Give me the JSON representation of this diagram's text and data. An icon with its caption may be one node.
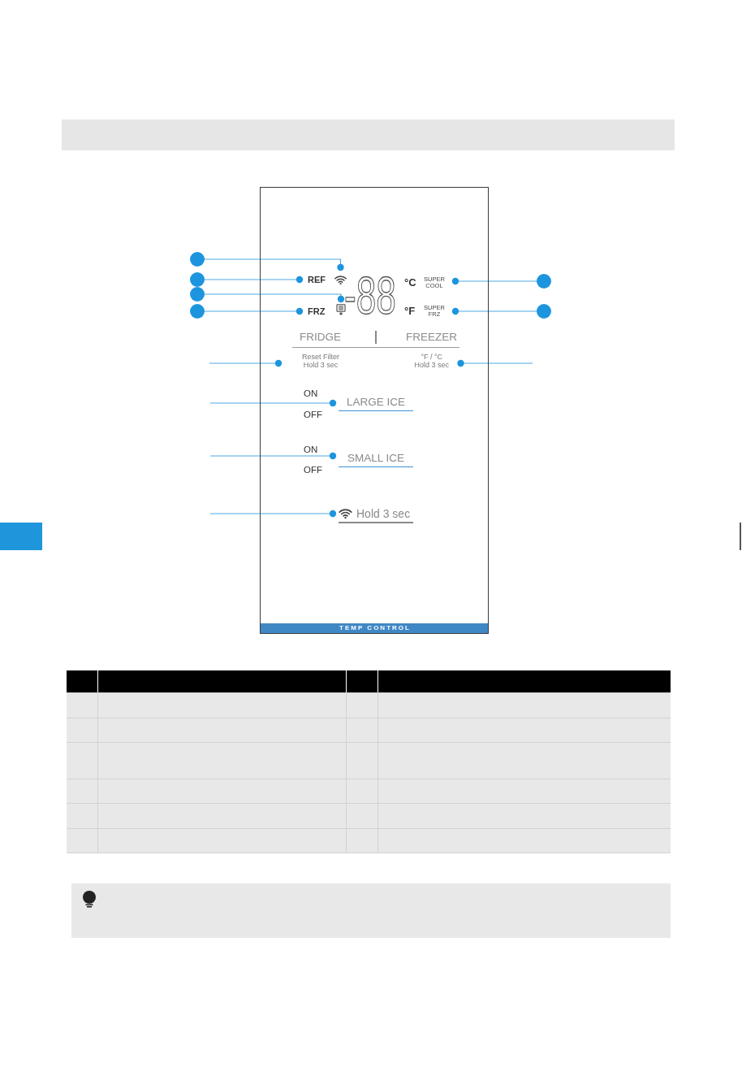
{
  "diagram": {
    "nodes": [
      {
        "text": [],
        "shape": "bar"
      },
      {
        "text": [],
        "shape": "box"
      },
      {
        "text": [],
        "shape": "picture",
        "in": 1
      },
      {
        "text": [
          "REF"
        ],
        "in": 1
      },
      {
        "text": [
          "SUPER COOL"
        ],
        "in": 1
      },
      {
        "text": [],
        "shape": "picture",
        "in": 1
      },
      {
        "text": [
          "FRZ"
        ],
        "in": 1
      },
      {
        "text": [
          "SUPER FRZ"
        ],
        "in": 1
      },
      {
        "text": [
          "Reset Filter Hold 3 sec"
        ],
        "in": 1
      },
      {
        "text": [
          "°F / °C Hold 3 sec"
        ],
        "in": 1
      },
      {
        "text": [
          "LARGE ICE"
        ],
        "in": 1
      },
      {
        "text": [
          "SMALL ICE"
        ],
        "in": 1
      },
      {
        "text": [
          "Hold 3 sec"
        ],
        "in": 1
      },
      {
        "text": [
          "TEMP CONTROL"
        ],
        "in": 1
      },
      {
        "text": [],
        "shape": "circle"
      },
      {
        "text": [],
        "shape": "circle"
      },
      {
        "text": [],
        "shape": "circle"
      },
      {
        "text": [],
        "shape": "circle"
      },
      {
        "text": [],
        "shape": "circle"
      },
      {
        "text": [],
        "shape": "circle"
      }
    ],
    "edges": [
      {
        "from": 14,
        "to": 2,
        "arrow": "other"
      },
      {
        "from": 15,
        "to": 3,
        "arrow": "other"
      },
      {
        "from": 16,
        "to": 5,
        "arrow": "other"
      },
      {
        "from": 17,
        "to": 6,
        "arrow": "other"
      },
      {
        "from": 18,
        "to": 4,
        "arrow": "other"
      },
      {
        "from": 19,
        "to": 7,
        "arrow": "other"
      },
      {
        "from": null,
        "to": 8,
        "arrow": "other"
      },
      {
        "from": null,
        "to": 9,
        "arrow": "other"
      },
      {
        "from": null,
        "to": 10,
        "arrow": "other"
      },
      {
        "from": null,
        "to": 11,
        "arrow": "other"
      },
      {
        "from": null,
        "to": 12,
        "arrow": "other"
      }
    ],
    "labels": [
      "-88",
      "°C",
      "°F",
      "FRIDGE",
      "FREEZER",
      "ON",
      "OFF",
      "ON",
      "OFF"
    ]
  }
}
